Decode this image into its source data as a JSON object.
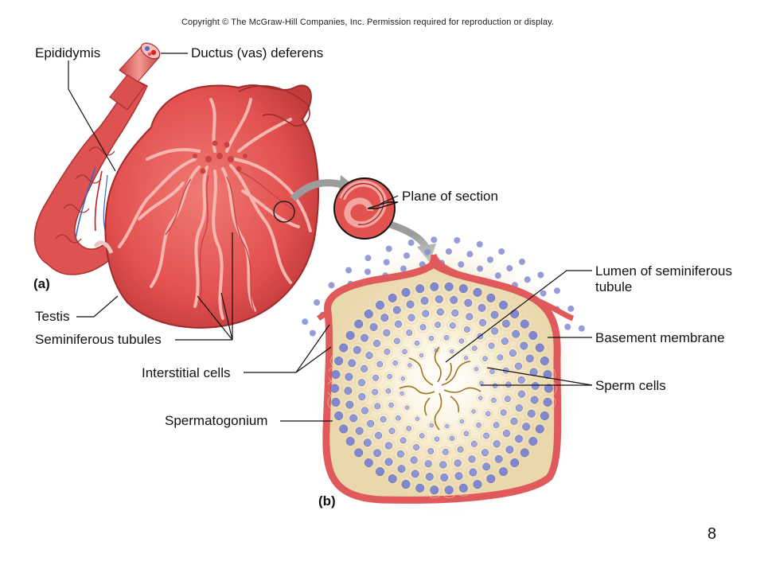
{
  "copyright": "Copyright © The McGraw-Hill Companies, Inc. Permission required for reproduction or display.",
  "page_number": "8",
  "panel_a": {
    "letter": "(a)",
    "labels": {
      "epididymis": "Epididymis",
      "ductus": "Ductus (vas) deferens",
      "testis": "Testis",
      "seminiferous": "Seminiferous tubules",
      "plane": "Plane of section"
    }
  },
  "panel_b": {
    "letter": "(b)",
    "labels": {
      "lumen_line1": "Lumen of seminiferous",
      "lumen_line2": "tubule",
      "basement": "Basement membrane",
      "interstitial": "Interstitial cells",
      "sperm": "Sperm cells",
      "spermatogonium": "Spermatogonium"
    }
  },
  "colors": {
    "tissue": "#e2504f",
    "tissue_dark": "#b83232",
    "tissue_light": "#f08c86",
    "wall": "#e05a5c",
    "cell_blue": "#7f87cf",
    "cytoplasm": "#f3e6c4",
    "arrow": "#9c9c9c"
  }
}
